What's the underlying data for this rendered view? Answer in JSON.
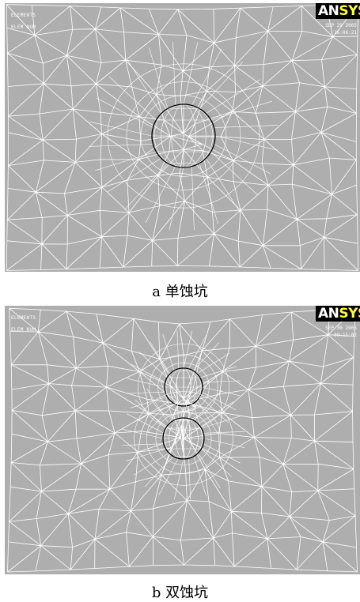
{
  "panels": [
    {
      "id": "a",
      "label_1": "ELEMENTS",
      "label_2": "ELEM NUM",
      "logo_an": "AN",
      "logo_sys": "SYS",
      "date": "SEP 29 2005",
      "time": "16:06:21",
      "caption": "a  单蚀坑"
    },
    {
      "id": "b",
      "label_1": "ELEMENTS",
      "label_2": "ELEM NUM",
      "logo_an": "AN",
      "logo_sys": "SYS",
      "date": "SEP 30 2005",
      "time": "09:15:02",
      "caption": "b  双蚀坑"
    }
  ],
  "colors": {
    "mesh_background": "#aeaeae",
    "mesh_lines": "#ffffff",
    "pit_lines": "#000000",
    "logo_background": "#000000",
    "logo_accent": "#ffff33"
  }
}
